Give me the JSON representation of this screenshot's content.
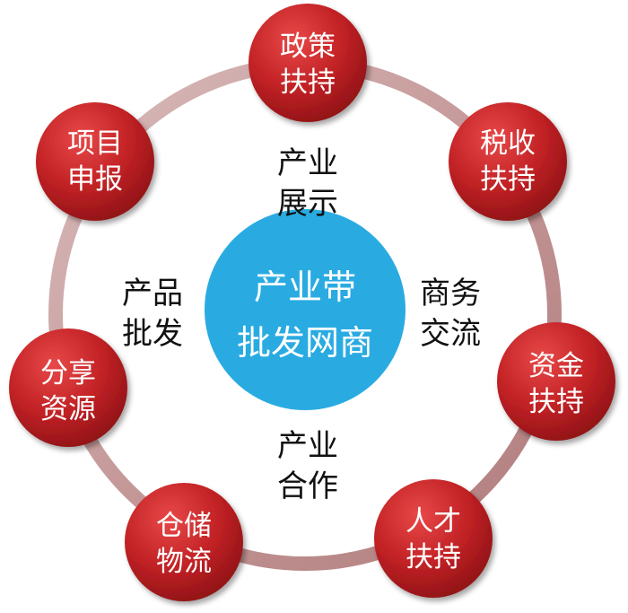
{
  "center": {
    "line1": "产业带",
    "line2": "批发网商",
    "color": "#29abe2"
  },
  "nodes": [
    {
      "id": "policy",
      "line1": "政策",
      "line2": "扶持"
    },
    {
      "id": "tax",
      "line1": "税收",
      "line2": "扶持"
    },
    {
      "id": "capital",
      "line1": "资金",
      "line2": "扶持"
    },
    {
      "id": "talent",
      "line1": "人才",
      "line2": "扶持"
    },
    {
      "id": "logistics",
      "line1": "仓储",
      "line2": "物流"
    },
    {
      "id": "resources",
      "line1": "分享",
      "line2": "资源"
    },
    {
      "id": "project",
      "line1": "项目",
      "line2": "申报"
    }
  ],
  "inner_labels": [
    {
      "id": "showcase",
      "line1": "产业",
      "line2": "展示"
    },
    {
      "id": "exchange",
      "line1": "商务",
      "line2": "交流"
    },
    {
      "id": "cooperation",
      "line1": "产业",
      "line2": "合作"
    },
    {
      "id": "wholesale",
      "line1": "产品",
      "line2": "批发"
    }
  ],
  "colors": {
    "node": "#b51c1f",
    "ring": "#c49a9a"
  }
}
